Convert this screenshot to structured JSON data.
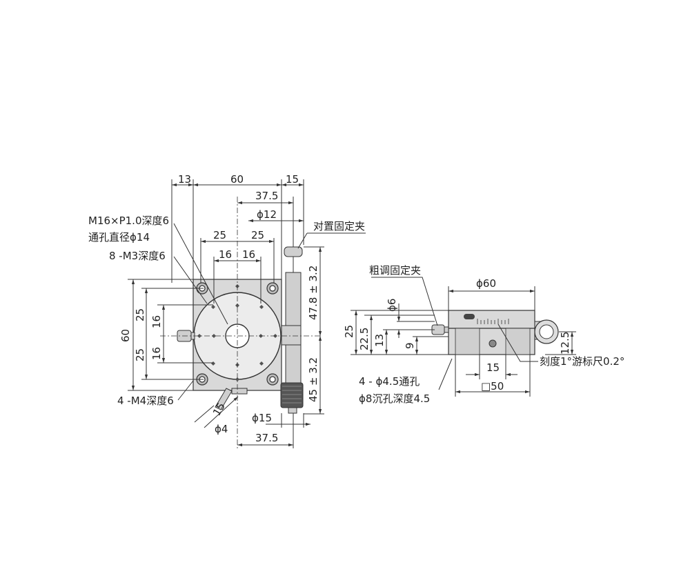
{
  "top_view": {
    "dim_13": "13",
    "dim_60_top": "60",
    "dim_15_top": "15",
    "dim_37_5_top": "37.5",
    "dim_phi12": "ϕ12",
    "dim_25_left": "25",
    "dim_25_right": "25",
    "dim_16_left": "16",
    "dim_16_right": "16",
    "dim_60_left": "60",
    "dim_25_upper": "25",
    "dim_16_upper": "16",
    "dim_25_lower": "25",
    "dim_16_lower": "16",
    "dim_47_8": "47.8 ± 3.2",
    "dim_45": "45 ± 3.2",
    "dim_phi15": "ϕ15",
    "dim_37_5_bottom": "37.5",
    "dim_15_angled": "15",
    "dim_phi4": "ϕ4",
    "label_m16_line1": "M16×P1.0深度6",
    "label_m16_line2": "通孔直径ϕ14",
    "label_m3": "8 -M3深度6",
    "label_m4": "4 -M4深度6",
    "label_clamp": "对置固定夹"
  },
  "side_view": {
    "label_coarse_clamp": "粗调固定夹",
    "dim_phi60": "ϕ60",
    "dim_phi6": "ϕ6",
    "dim_25": "25",
    "dim_22_5": "22.5",
    "dim_13": "13",
    "dim_9": "9",
    "dim_12_5": "12.5",
    "dim_15": "15",
    "dim_sq50": "□50",
    "label_scale": "刻度1°游标尺0.2°",
    "label_holes_line1": "4 - ϕ4.5通孔",
    "label_holes_line2": "ϕ8沉孔深度4.5"
  }
}
